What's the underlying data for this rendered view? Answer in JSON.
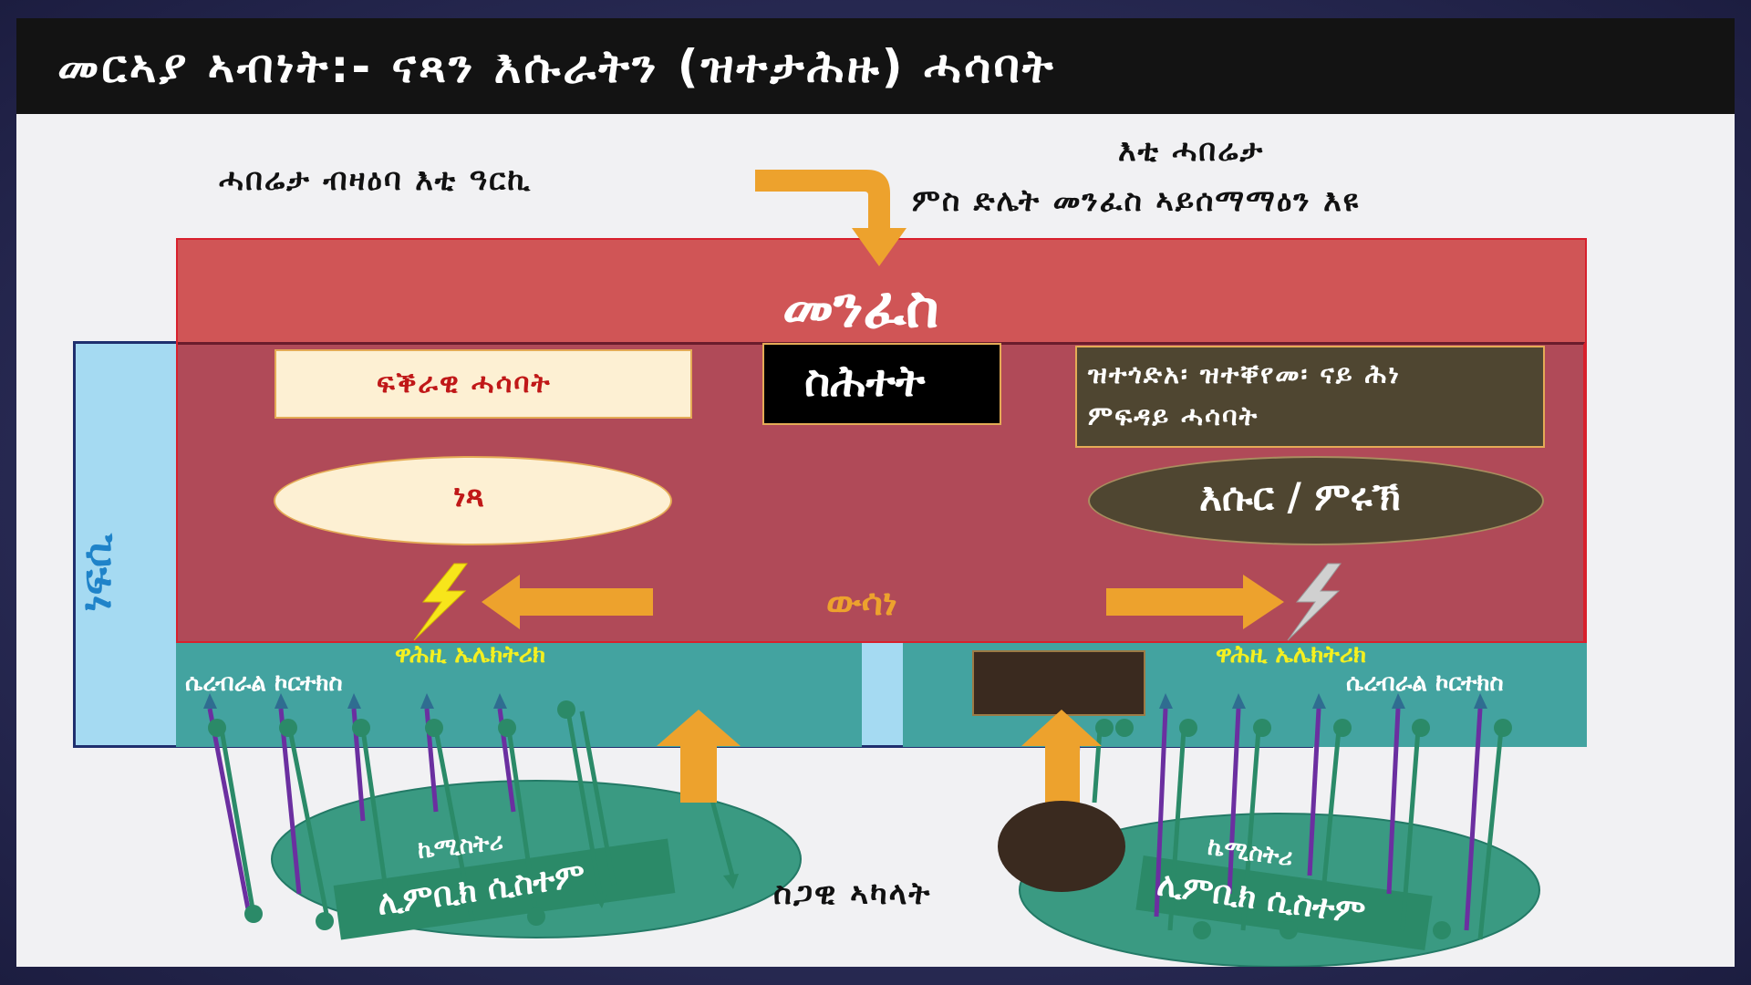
{
  "title": "መርኣያ ኣብነት:- ናጻን እሱራትን (ዝተታሕዙ) ሓሳባት",
  "top_left_note": "ሓበሬታ ብዛዕባ እቲ ዓርኪ",
  "top_right_note": {
    "line1": "እቲ ሓበሬታ",
    "line2": "ምስ ድሌት መንፈስ ኣይሰማማዕን እዩ"
  },
  "spirit_label": "መንፈስ",
  "soul_label": "ነፍሲ",
  "feeling_label": "ስሕተት",
  "positive_thoughts": "ፍቕራዊ ሓሳባት",
  "negative_thoughts": {
    "line1": "ዝተጎድአ፡ ዝተቐየመ፡ ናይ ሕነ",
    "line2": "ምፍዳይ ሓሳባት"
  },
  "free_label": "ነጻ",
  "bound_label": "እሱር / ምሩኽ",
  "decision_label": "ውሳነ",
  "left_electric": "ዋሕዚ  ኤሌክትሪክ",
  "right_electric": "ዋሕዚ ኤሌክትሪክ",
  "left_cortex": "ሴረብራል ኮርተክስ",
  "right_cortex": "ሴረብራል ኮርተክስ",
  "left_limbic": {
    "line1": "ኬሚስትሪ",
    "line2": "ሊምቢክ ሲስተም"
  },
  "right_limbic": {
    "line1": "ኬሚስትሪ",
    "line2": "ሊምቢክ ሲስተም"
  },
  "body_label": "ስጋዊ ኣካላት",
  "colors": {
    "spirit_red": "#d05556",
    "soul_blue": "#a5daf2",
    "overlap": "#b04a58",
    "cortex_teal": "#43a3a0",
    "limbic_teal": "#3a9a82",
    "arrow_orange": "#eda22d",
    "free_cream": "#fdf0d3",
    "bound_olive": "#4f4631",
    "dark_brown": "#3a2a1f",
    "label_yellow": "#f4f020",
    "label_red": "#c01818"
  }
}
